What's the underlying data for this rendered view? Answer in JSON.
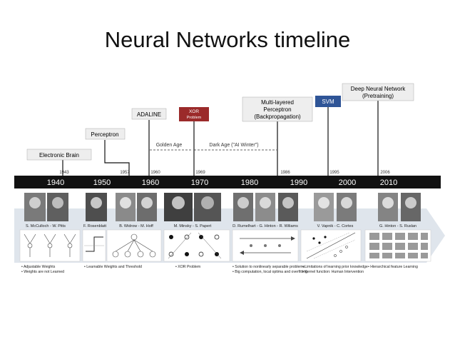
{
  "title": "Neural Networks timeline",
  "events": [
    {
      "label": "Electronic Brain",
      "year": "1943"
    },
    {
      "label": "Perceptron",
      "year": "1957"
    },
    {
      "label": "ADALINE",
      "year": "1960"
    },
    {
      "label_lines": [
        "XOR",
        "Problem"
      ],
      "year": "1969"
    },
    {
      "label_lines": [
        "Multi-layered",
        "Perceptron",
        "(Backpropagation)"
      ],
      "year": "1986"
    },
    {
      "label": "SVM",
      "year": "1995"
    },
    {
      "label_lines": [
        "Deep Neural Network",
        "(Pretraining)"
      ],
      "year": "2006"
    }
  ],
  "eras": {
    "golden": "Golden Age",
    "dark": "Dark Age (\"AI Winter\")"
  },
  "decades": [
    "1940",
    "1950",
    "1960",
    "1970",
    "1980",
    "1990",
    "2000",
    "2010"
  ],
  "people": [
    "S. McCulloch - W. Pitts",
    "F. Rosenblatt",
    "B. Widrow - M. Hoff",
    "M. Minsky - S. Papert",
    "D. Rumelhart - G. Hinton - R. Wiliams",
    "V. Vapnik - C. Cortes",
    "G. Hinton - S. Ruslan"
  ],
  "notes": [
    [
      "• Adjustable Weights",
      "• Weights are not Learned"
    ],
    [
      "• Learnable Weights and Threshold"
    ],
    [
      "• XOR Problem"
    ],
    [
      "• Solution to nonlinearly separable problems",
      "• Big computation, local optima and overfitting"
    ],
    [
      "• Limitations of learning prior knowledge",
      "• Kernel function: Human Intervention"
    ],
    [
      "• Hierarchical feature Learning"
    ]
  ],
  "colors": {
    "timeline_bar": "#111111",
    "xor_box": "#9b2a2a",
    "svm_box": "#2f5597",
    "arrow_band": "#dfe5ec"
  }
}
